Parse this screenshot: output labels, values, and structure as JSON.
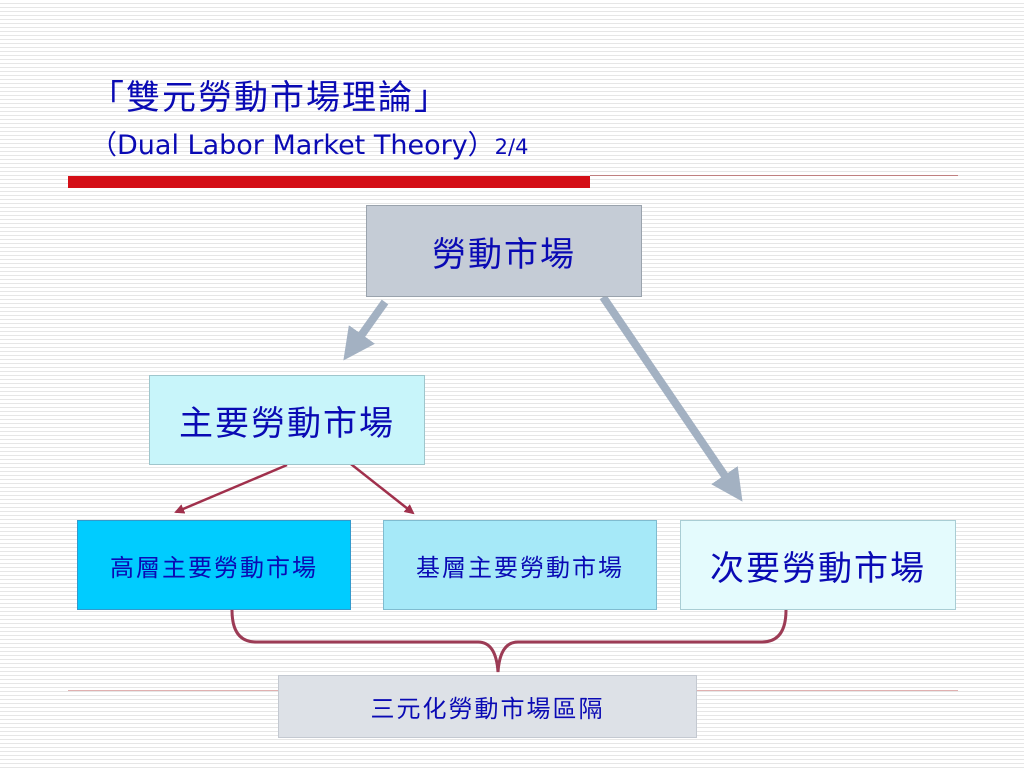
{
  "slide": {
    "title": "「雙元勞動市場理論」",
    "subtitle": "（Dual Labor Market Theory）",
    "page_indicator": "2/4"
  },
  "diagram": {
    "root": "勞動市場",
    "primary": "主要勞動市場",
    "secondary": "次要勞動市場",
    "upper_primary": "高層主要勞動市場",
    "lower_primary": "基層主要勞動市場",
    "tripartite": "三元化勞動市場區隔"
  },
  "colors": {
    "text": "#0a0ab4",
    "accent_bar": "#d40f17",
    "root_box": "#c5ccd6",
    "primary_box": "#c8f5fa",
    "upper_primary_box": "#00ccff",
    "lower_primary_box": "#a6e9f8",
    "secondary_box": "#e4fbfd",
    "tripartite_box": "#dde1e7",
    "gray_arrow": "#a3b1c2",
    "maroon_arrow": "#a0304c"
  }
}
